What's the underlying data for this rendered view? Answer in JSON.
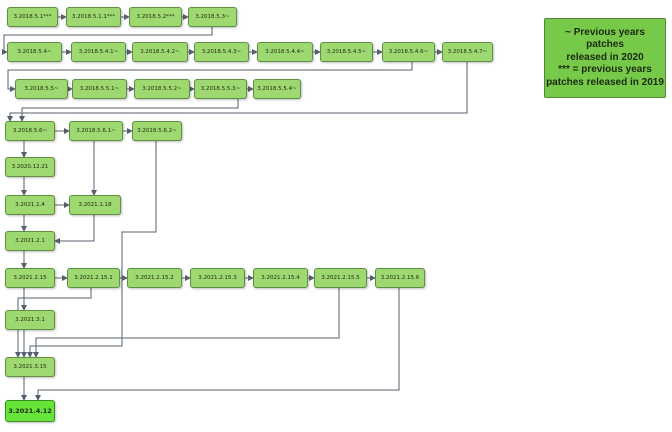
{
  "legend": {
    "lines": [
      "~ Previous years patches",
      "released in 2020",
      "*** = previous years",
      "patches released in 2019"
    ]
  },
  "colors": {
    "node_fill": "#9ed870",
    "node_border": "#5f8f43",
    "final_fill": "#66e43a",
    "legend_fill": "#77c94a",
    "edge": "#55606e"
  },
  "nodes": [
    {
      "id": "n5_1",
      "label": "3.2018.5.1***"
    },
    {
      "id": "n5_1_1",
      "label": "3.2018.5.1.1***"
    },
    {
      "id": "n5_2",
      "label": "3.2018.5.2***"
    },
    {
      "id": "n5_3",
      "label": "3.2018.5.3~"
    },
    {
      "id": "n5_4",
      "label": "3.2018.5.4~"
    },
    {
      "id": "n5_4_1",
      "label": "3.2018.5.4.1~"
    },
    {
      "id": "n5_4_2",
      "label": "3.2018.5.4.2~"
    },
    {
      "id": "n5_4_3",
      "label": "3.2018.5.4.3~"
    },
    {
      "id": "n5_4_4",
      "label": "3.2018.5.4.4~"
    },
    {
      "id": "n5_4_5",
      "label": "3.2018.5.4.5~"
    },
    {
      "id": "n5_4_6",
      "label": "3.2018.5.4.6~"
    },
    {
      "id": "n5_4_7",
      "label": "3.2018.5.4.7~"
    },
    {
      "id": "n5_5",
      "label": "3.2018.5.5~"
    },
    {
      "id": "n5_5_1",
      "label": "3.2018.5.5.1~"
    },
    {
      "id": "n5_5_2",
      "label": "3.2018.5.5.2~"
    },
    {
      "id": "n5_5_3",
      "label": "3.2018.5.5.3~"
    },
    {
      "id": "n5_5_4",
      "label": "3.2018.5.5.4~"
    },
    {
      "id": "n5_6",
      "label": "3.2018.5.6~"
    },
    {
      "id": "n5_6_1",
      "label": "3.2018.5.6.1~"
    },
    {
      "id": "n5_6_2",
      "label": "3.2018.5.6.2~"
    },
    {
      "id": "n20_12_21",
      "label": "3.2020.12.21"
    },
    {
      "id": "n21_1_4",
      "label": "3.2021.1.4"
    },
    {
      "id": "n21_1_18",
      "label": "3.2021.1.18"
    },
    {
      "id": "n21_2_1",
      "label": "3.2021.2.1"
    },
    {
      "id": "n21_2_15",
      "label": "3.2021.2.15"
    },
    {
      "id": "n21_2_15_1",
      "label": "3.2021.2.15.1"
    },
    {
      "id": "n21_2_15_2",
      "label": "3.2021.2.15.2"
    },
    {
      "id": "n21_2_15_3",
      "label": "3.2021.2.15.3"
    },
    {
      "id": "n21_2_15_4",
      "label": "3.2021.2.15.4"
    },
    {
      "id": "n21_2_15_5",
      "label": "3.2021.2.15.5"
    },
    {
      "id": "n21_2_15_6",
      "label": "3.2021.2.15.6"
    },
    {
      "id": "n21_3_1",
      "label": "3.2021.3.1"
    },
    {
      "id": "n21_3_15",
      "label": "3.2021.3.15"
    },
    {
      "id": "n21_4_12",
      "label": "3.2021.4.12",
      "final": true
    }
  ],
  "edges": [
    [
      "n5_1",
      "n5_1_1"
    ],
    [
      "n5_1_1",
      "n5_2"
    ],
    [
      "n5_2",
      "n5_3"
    ],
    [
      "n5_3",
      "n5_4"
    ],
    [
      "n5_4",
      "n5_4_1"
    ],
    [
      "n5_4_1",
      "n5_4_2"
    ],
    [
      "n5_4_2",
      "n5_4_3"
    ],
    [
      "n5_4_3",
      "n5_4_4"
    ],
    [
      "n5_4_4",
      "n5_4_5"
    ],
    [
      "n5_4_5",
      "n5_4_6"
    ],
    [
      "n5_4_6",
      "n5_4_7"
    ],
    [
      "n5_4_6",
      "n5_5"
    ],
    [
      "n5_5",
      "n5_5_1"
    ],
    [
      "n5_5_1",
      "n5_5_2"
    ],
    [
      "n5_5_2",
      "n5_5_3"
    ],
    [
      "n5_5_3",
      "n5_5_4"
    ],
    [
      "n5_4_7",
      "n5_6"
    ],
    [
      "n5_5_3",
      "n5_6"
    ],
    [
      "n5_6",
      "n5_6_1"
    ],
    [
      "n5_6_1",
      "n5_6_2"
    ],
    [
      "n5_6",
      "n20_12_21"
    ],
    [
      "n20_12_21",
      "n21_1_4"
    ],
    [
      "n5_6_1",
      "n21_1_18"
    ],
    [
      "n21_1_4",
      "n21_1_18"
    ],
    [
      "n21_1_4",
      "n21_2_1"
    ],
    [
      "n21_1_18",
      "n21_2_1"
    ],
    [
      "n21_2_1",
      "n21_2_15"
    ],
    [
      "n21_2_15",
      "n21_2_15_1"
    ],
    [
      "n21_2_15_1",
      "n21_2_15_2"
    ],
    [
      "n21_2_15_2",
      "n21_2_15_3"
    ],
    [
      "n21_2_15_3",
      "n21_2_15_4"
    ],
    [
      "n21_2_15_4",
      "n21_2_15_5"
    ],
    [
      "n21_2_15_5",
      "n21_2_15_6"
    ],
    [
      "n21_2_15",
      "n21_3_1"
    ],
    [
      "n21_3_1",
      "n21_3_15"
    ],
    [
      "n21_2_15_1",
      "n21_3_15"
    ],
    [
      "n5_6_2",
      "n21_3_15"
    ],
    [
      "n21_2_15_5",
      "n21_3_15"
    ],
    [
      "n21_3_15",
      "n21_4_12"
    ],
    [
      "n21_2_15_6",
      "n21_4_12"
    ]
  ]
}
